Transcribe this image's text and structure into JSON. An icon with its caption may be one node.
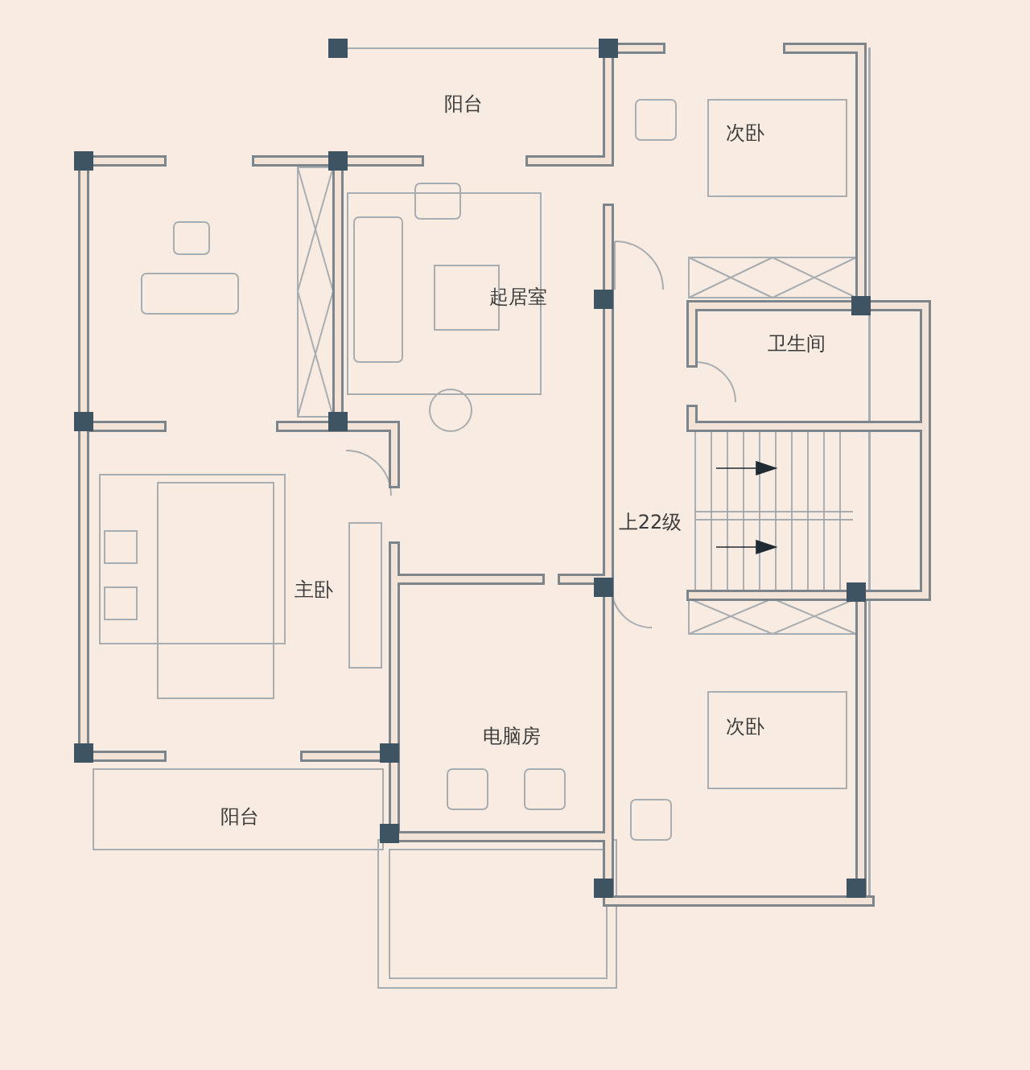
{
  "diagram": {
    "labels": [
      "阳台",
      "次卧",
      "起居室",
      "卫生间",
      "上22级",
      "主卧",
      "电脑房",
      "次卧",
      "阳台"
    ]
  }
}
